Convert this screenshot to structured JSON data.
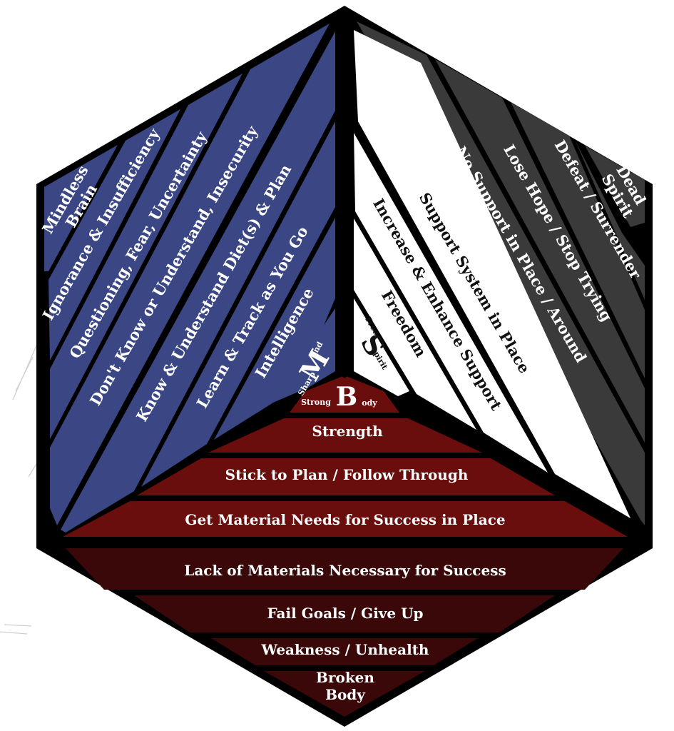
{
  "colors": {
    "outline": "#000000",
    "mind_band": "#3b4784",
    "spirit_band": "#ffffff",
    "dead_spirit_band": "#3a3a3a",
    "body_band": "#6a0d0d",
    "broken_body_band": "#3a0808",
    "sketch_lines": "#c8c8c8"
  },
  "mind_section": {
    "bands": [
      "Mindless Brain",
      "Ignorance & Insufficiency",
      "Questioning, Fear, Uncertainty",
      "Don't Know or Understand, Insecurity",
      "Know & Understand Diet(s) & Plan",
      "Learn & Track as You Go",
      "Intelligence"
    ],
    "apex": {
      "small": "Sharp",
      "big": "M",
      "rest": "ind"
    }
  },
  "spirit_section": {
    "bands": [
      "Dead Spirit",
      "Defeat / Surrender",
      "Lose Hope / Stop Trying",
      "No Support in Place / Around",
      "Support System in Place",
      "Increase & Enhance Support",
      "Freedom"
    ],
    "apex": {
      "small": "Free",
      "big": "S",
      "rest": "pirit"
    }
  },
  "body_section": {
    "apex": {
      "small": "Strong",
      "big": "B",
      "rest": "ody"
    },
    "bands": [
      "Strength",
      "Stick to Plan / Follow Through",
      "Get Material Needs for Success in Place",
      "Lack of Materials Necessary for Success",
      "Fail Goals / Give Up",
      "Weakness / Unhealth"
    ],
    "bottom_line1": "Broken",
    "bottom_line2": "Body"
  }
}
